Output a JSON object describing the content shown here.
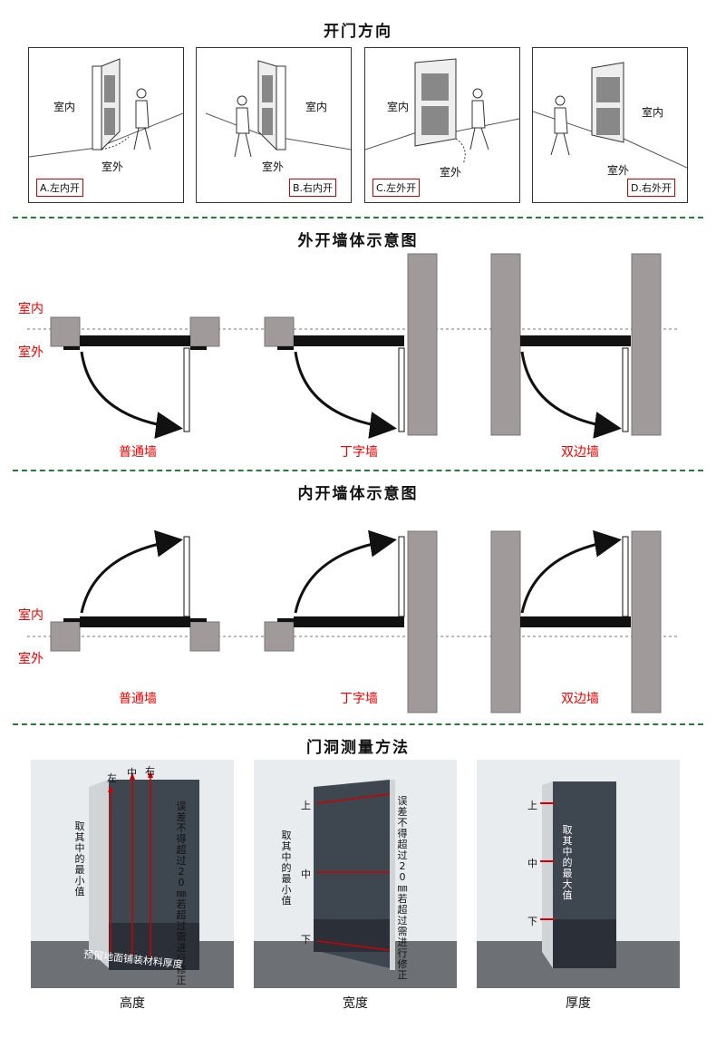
{
  "section1": {
    "title": "开门方向",
    "panels": [
      {
        "in_label": "室内",
        "out_label": "室外",
        "caption": "A.左内开"
      },
      {
        "in_label": "室内",
        "out_label": "室外",
        "caption": "B.右内开"
      },
      {
        "in_label": "室内",
        "out_label": "室外",
        "caption": "C.左外开"
      },
      {
        "in_label": "室内",
        "out_label": "室外",
        "caption": "D.右外开"
      }
    ]
  },
  "section2": {
    "title": "外开墙体示意图",
    "in_label": "室内",
    "out_label": "室外",
    "captions": [
      "普通墙",
      "丁字墙",
      "双边墙"
    ]
  },
  "section3": {
    "title": "内开墙体示意图",
    "in_label": "室内",
    "out_label": "室外",
    "captions": [
      "普通墙",
      "丁字墙",
      "双边墙"
    ]
  },
  "section4": {
    "title": "门洞测量方法",
    "height": {
      "marks": [
        "左",
        "中",
        "右"
      ],
      "left_note": "取其中的最小值",
      "right_note": "误差不得超过20㎜若超过需进行修正",
      "bottom_note": "预留地面铺装材料厚度",
      "caption": "高度"
    },
    "width": {
      "marks": [
        "上",
        "中",
        "下"
      ],
      "left_note": "取其中的最小值",
      "right_note": "误差不得超过20㎜若超过需进行修正",
      "caption": "宽度"
    },
    "depth": {
      "marks": [
        "上",
        "中",
        "下"
      ],
      "note": "取其中的最大值",
      "caption": "厚度"
    }
  },
  "colors": {
    "accent": "#e00000",
    "divider": "#2c7a3a",
    "wall": "#a09a9b"
  }
}
